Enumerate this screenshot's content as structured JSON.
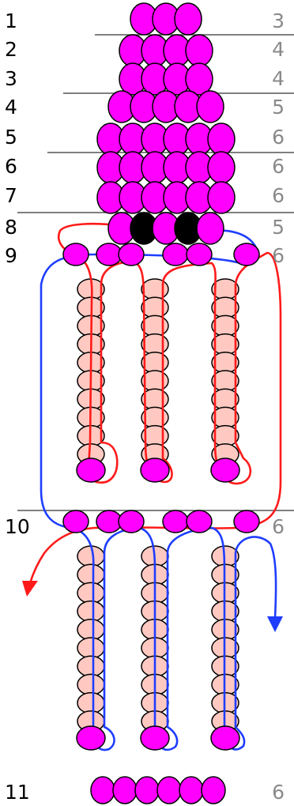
{
  "colors": {
    "bead_magenta": "#ff00ff",
    "bead_black": "#000000",
    "bead_pink": "#ffc9c1",
    "outline": "#000000",
    "thread_red": "#ff1a1a",
    "thread_blue": "#1f3dff",
    "row_label": "#000000",
    "bead_count": "#8a8a8a",
    "divider": "#555555"
  },
  "rows": [
    {
      "label": "1",
      "count": "3"
    },
    {
      "label": "2",
      "count": "4"
    },
    {
      "label": "3",
      "count": "4"
    },
    {
      "label": "4",
      "count": "5"
    },
    {
      "label": "5",
      "count": "6"
    },
    {
      "label": "6",
      "count": "6"
    },
    {
      "label": "7",
      "count": "6"
    },
    {
      "label": "8",
      "count": "5"
    },
    {
      "label": "9",
      "count": "6"
    },
    {
      "label": "10",
      "count": "6"
    },
    {
      "label": "11",
      "count": "6"
    }
  ],
  "fringe_strands": {
    "upper": {
      "count": 3,
      "pink_beads_per_strand": 10
    },
    "lower": {
      "count": 3,
      "pink_beads_per_strand": 10
    }
  },
  "thread_arrows": {
    "red": "down-left",
    "blue": "down"
  }
}
